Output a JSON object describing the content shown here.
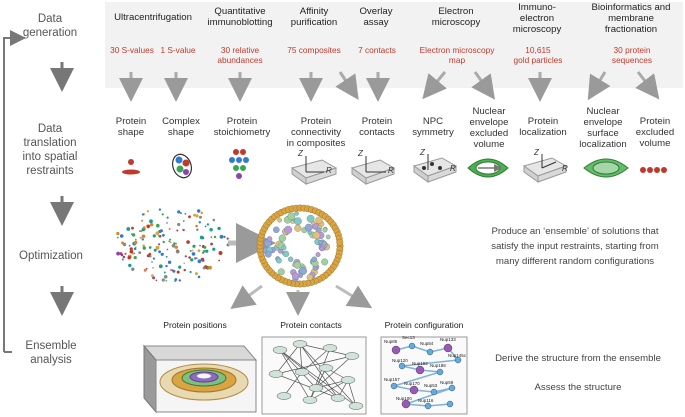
{
  "stages": {
    "data_generation": "Data\ngeneration",
    "data_translation": "Data\ntranslation\ninto spatial\nrestraints",
    "optimization": "Optimization",
    "ensemble_analysis": "Ensemble\nanalysis"
  },
  "methods": [
    {
      "label": "Ultracentrifugation",
      "data": [
        "30 S-values",
        "1 S-value"
      ]
    },
    {
      "label": "Quantitative\nimmunoblotting",
      "data": [
        "30 relative\nabundances"
      ]
    },
    {
      "label": "Affinity\npurification",
      "data": [
        "75 composites"
      ]
    },
    {
      "label": "Overlay\nassay",
      "data": [
        "7 contacts"
      ]
    },
    {
      "label": "Electron\nmicroscopy",
      "data": [
        "Electron microscopy\nmap"
      ]
    },
    {
      "label": "Immuno-\nelectron\nmicroscopy",
      "data": [
        "10,615\ngold particles"
      ]
    },
    {
      "label": "Bioinformatics and\nmembrane\nfractionation",
      "data": [
        "30 protein\nsequences"
      ]
    }
  ],
  "restraints": [
    "Protein\nshape",
    "Complex\nshape",
    "Protein\nstoichiometry",
    "Protein\nconnectivity\nin composites",
    "Protein\ncontacts",
    "NPC\nsymmetry",
    "Nuclear\nenvelope\nexcluded\nvolume",
    "Protein\nlocalization",
    "Nuclear\nenvelope\nsurface\nlocalization",
    "Protein\nexcluded\nvolume"
  ],
  "axis_labels": {
    "z": "Z",
    "r": "R"
  },
  "optimization_note": "Produce an ‘ensemble’ of solutions that\nsatisfy the input restraints, starting from\nmany different random configurations",
  "ensemble": {
    "outputs": [
      "Protein positions",
      "Protein contacts",
      "Protein configuration"
    ],
    "notes": [
      "Derive the structure from the ensemble",
      "Assess the structure"
    ],
    "node_labels": [
      "Nup85",
      "Sec13",
      "Nup84",
      "Nup133",
      "Nup145c",
      "Nup120",
      "Nup192",
      "Nup188",
      "Nup157",
      "Nup170",
      "Nup53",
      "Nup59",
      "Nup100",
      "Nup116"
    ]
  },
  "colors": {
    "arrow": "#9a9a9a",
    "accent_red": "#c0392b",
    "membrane_green": "#4caf50",
    "nup_gold": "#d9a441"
  }
}
